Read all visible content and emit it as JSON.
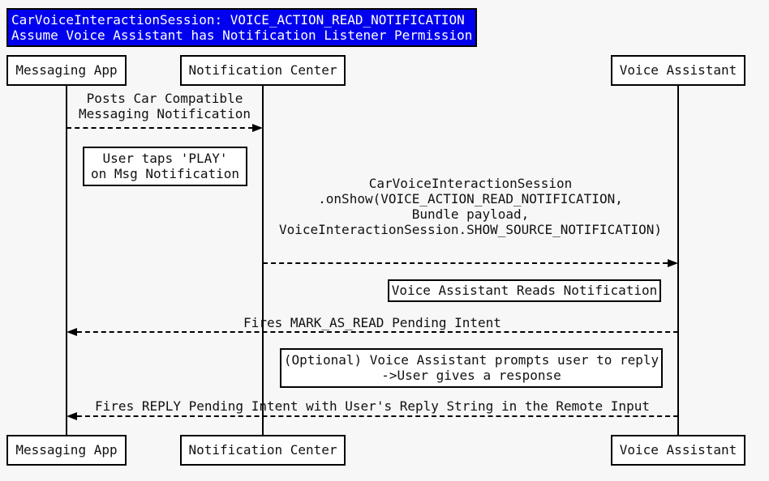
{
  "diagram_type": "sequence-diagram",
  "colors": {
    "page_bg": "#f7f7f7",
    "title_bg": "#0000ee",
    "title_text": "#ffffff",
    "box_bg": "#ffffff",
    "line": "#000000",
    "text": "#111111"
  },
  "title": {
    "lines": [
      "CarVoiceInteractionSession: VOICE_ACTION_READ_NOTIFICATION",
      "Assume Voice Assistant has Notification Listener Permission"
    ]
  },
  "actors": [
    {
      "label": "Messaging App"
    },
    {
      "label": "Notification Center"
    },
    {
      "label": "Voice Assistant"
    }
  ],
  "messages": [
    {
      "from": "Messaging App",
      "to": "Notification Center",
      "direction": "right",
      "lines": [
        "Posts Car Compatible",
        "Messaging Notification"
      ]
    },
    {
      "from": "Notification Center",
      "to": "Voice Assistant",
      "direction": "right",
      "lines": [
        "CarVoiceInteractionSession",
        ".onShow(VOICE_ACTION_READ_NOTIFICATION,",
        "Bundle payload,",
        "VoiceInteractionSession.SHOW_SOURCE_NOTIFICATION)"
      ]
    },
    {
      "from": "Voice Assistant",
      "to": "Messaging App",
      "direction": "left",
      "lines": [
        "Fires MARK_AS_READ Pending Intent"
      ]
    },
    {
      "from": "Voice Assistant",
      "to": "Messaging App",
      "direction": "left",
      "lines": [
        "Fires REPLY Pending Intent with User's Reply String in the Remote Input"
      ]
    }
  ],
  "notes": [
    {
      "lines": [
        "User taps 'PLAY'",
        "on Msg Notification"
      ]
    },
    {
      "lines": [
        "Voice Assistant Reads Notification"
      ]
    },
    {
      "lines": [
        "(Optional) Voice Assistant prompts user to reply",
        "->User gives a response"
      ]
    }
  ]
}
